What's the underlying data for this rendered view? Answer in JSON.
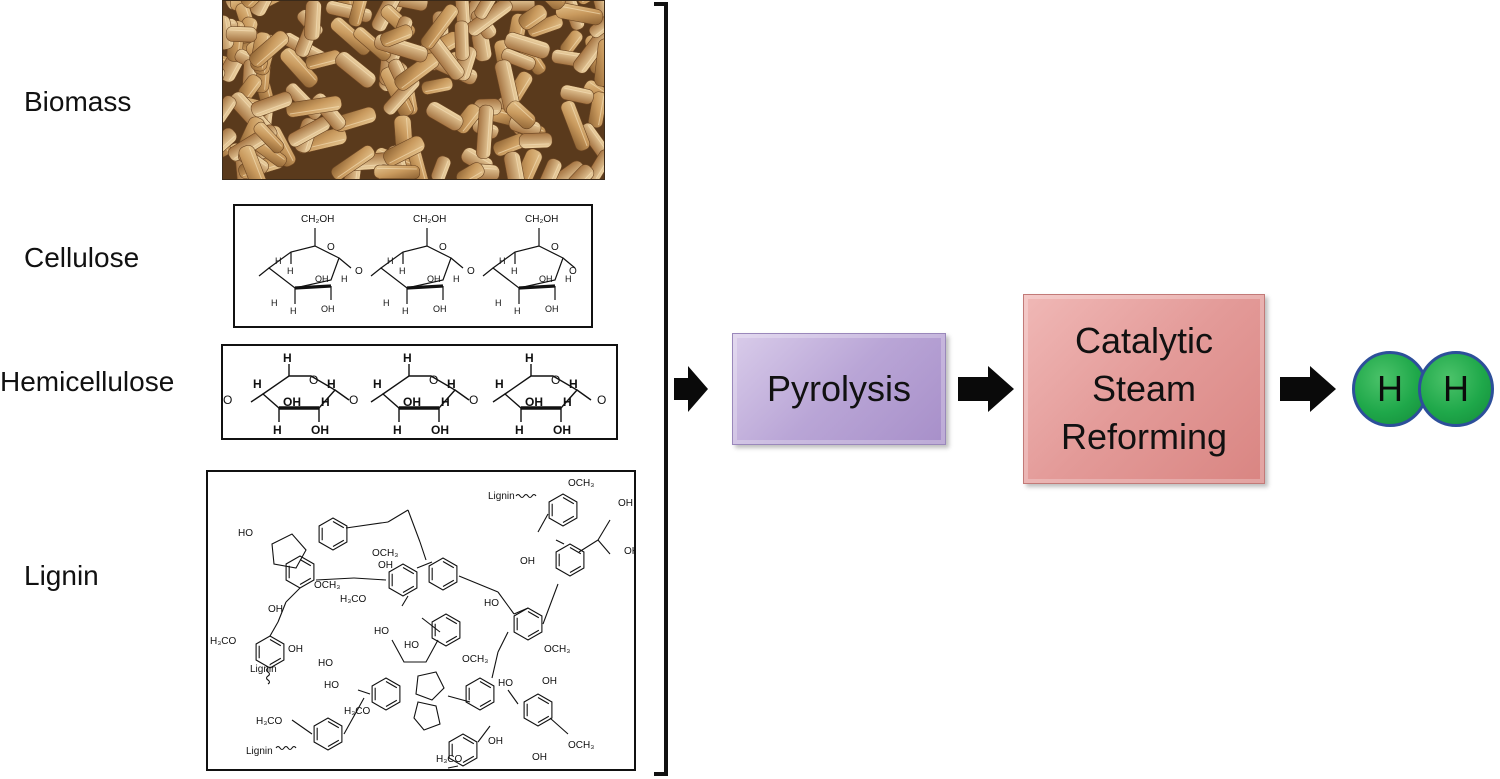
{
  "labels": {
    "biomass": "Biomass",
    "cellulose": "Cellulose",
    "hemicellulose": "Hemicellulose",
    "lignin": "Lignin"
  },
  "process": {
    "pyrolysis": "Pyrolysis",
    "steam_reforming": [
      "Catalytic",
      "Steam",
      "Reforming"
    ]
  },
  "product": {
    "atom1": "H",
    "atom2": "H"
  },
  "cellulose_structure": {
    "ch2oh": "CH₂OH",
    "h": "H",
    "oh": "OH",
    "o": "O"
  },
  "hemicellulose_structure": {
    "h": "H",
    "oh": "OH",
    "o": "O"
  },
  "lignin_structure": {
    "lignin": "Lignin",
    "ho": "HO",
    "oh": "OH",
    "och3": "OCH₃",
    "h3co": "H₃CO"
  },
  "colors": {
    "pyrolysis": "#b9a5d6",
    "steam_reforming": "#e39a98",
    "hydrogen": "#1fa84a",
    "hydrogen_outline": "#2d4f9a",
    "pellet": "#c9a06a"
  },
  "icons": {
    "pellet_photo": "wood-pellets-image",
    "bracket": "right-bracket",
    "arrow": "right-arrow"
  }
}
